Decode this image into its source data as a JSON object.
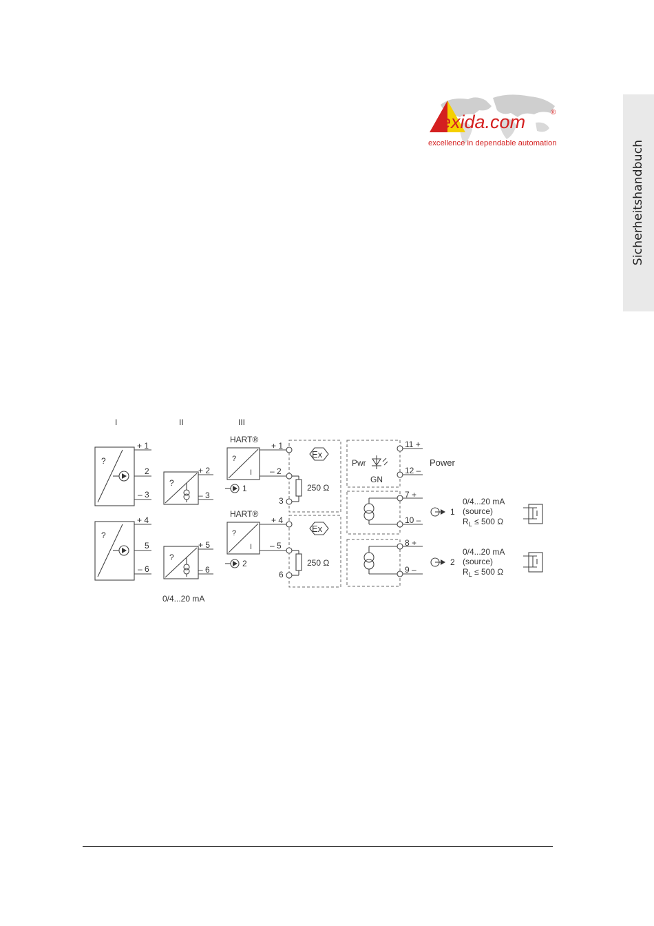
{
  "side_tab": {
    "label": "Sicherheitshandbuch"
  },
  "logo": {
    "brand": "exida.com",
    "registered": "®",
    "tagline": "excellence in dependable automation",
    "colors": {
      "red": "#d42020",
      "yellow": "#f5d000",
      "map": "#c8c8c8"
    }
  },
  "diagram": {
    "column_labels": {
      "c1": "I",
      "c2": "II",
      "c3": "III"
    },
    "group_I": {
      "upper_terminals": [
        "+ 1",
        "2",
        "– 3"
      ],
      "lower_terminals": [
        "+ 4",
        "5",
        "– 6"
      ],
      "symbol": "?"
    },
    "group_II": {
      "upper_terminals": [
        "+ 2",
        "– 3"
      ],
      "lower_terminals": [
        "+ 5",
        "– 6"
      ],
      "symbol": "?",
      "caption": "0/4...20 mA"
    },
    "group_III": {
      "hart_label": "HART®",
      "symbol": "?",
      "current_symbol": "I",
      "upper_terminals": [
        "+ 1",
        "– 2",
        "3"
      ],
      "lower_terminals": [
        "+ 4",
        "– 5",
        "6"
      ],
      "upper_channel": "1",
      "lower_channel": "2"
    },
    "ex_module": {
      "resistor_label": "250 Ω"
    },
    "power": {
      "pwr_label": "Pwr",
      "led_color_label": "GN",
      "terminals": [
        "11 +",
        "12 –"
      ],
      "label": "Power"
    },
    "outputs": [
      {
        "terminals": [
          "7 +",
          "10 –"
        ],
        "channel": "1",
        "range": "0/4...20 mA",
        "mode": "(source)",
        "load_prefix": "R",
        "load_sub": "L",
        "load_rest": " ≤ 500 Ω"
      },
      {
        "terminals": [
          "8 +",
          "9 –"
        ],
        "channel": "2",
        "range": "0/4...20 mA",
        "mode": "(source)",
        "load_prefix": "R",
        "load_sub": "L",
        "load_rest": " ≤ 500 Ω"
      }
    ]
  }
}
